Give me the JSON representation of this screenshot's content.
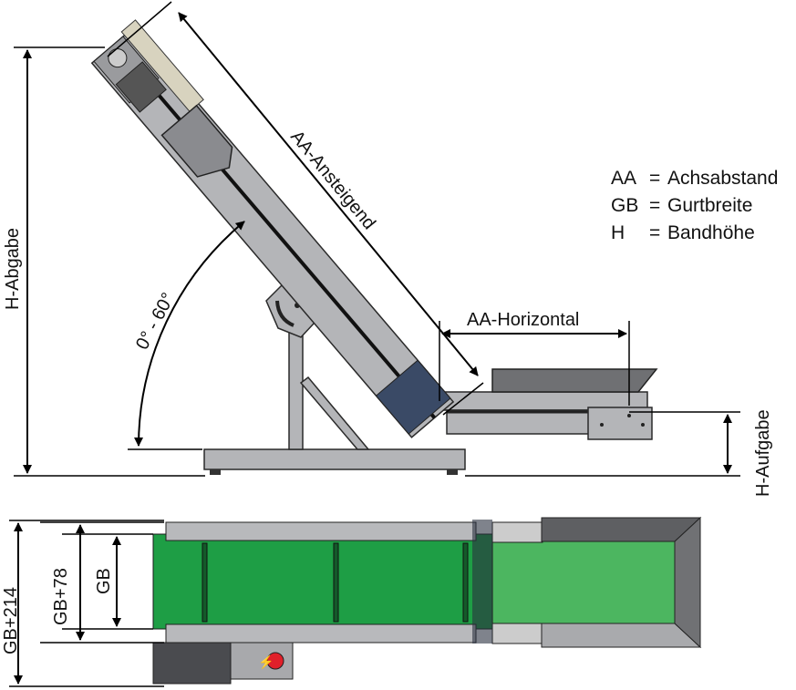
{
  "labels": {
    "aa_ansteigend": "AA-Ansteigend",
    "aa_horizontal": "AA-Horizontal",
    "h_abgabe": "H-Abgabe",
    "h_aufgabe": "H-Aufgabe",
    "angle": "0° - 60°",
    "gb": "GB",
    "gb78": "GB+78",
    "gb214": "GB+214"
  },
  "legend": [
    {
      "abbr": "AA",
      "eq": "=",
      "meaning": "Achsabstand"
    },
    {
      "abbr": "GB",
      "eq": "=",
      "meaning": "Gurtbreite"
    },
    {
      "abbr": "H",
      "eq": "=",
      "meaning": "Bandhöhe"
    }
  ],
  "colors": {
    "belt_green": "#1e9e45",
    "belt_green_light": "#4cb660",
    "frame_grey": "#b4b5b8",
    "motor_blue": "#3a4a66",
    "stop_red": "#e0202a"
  }
}
